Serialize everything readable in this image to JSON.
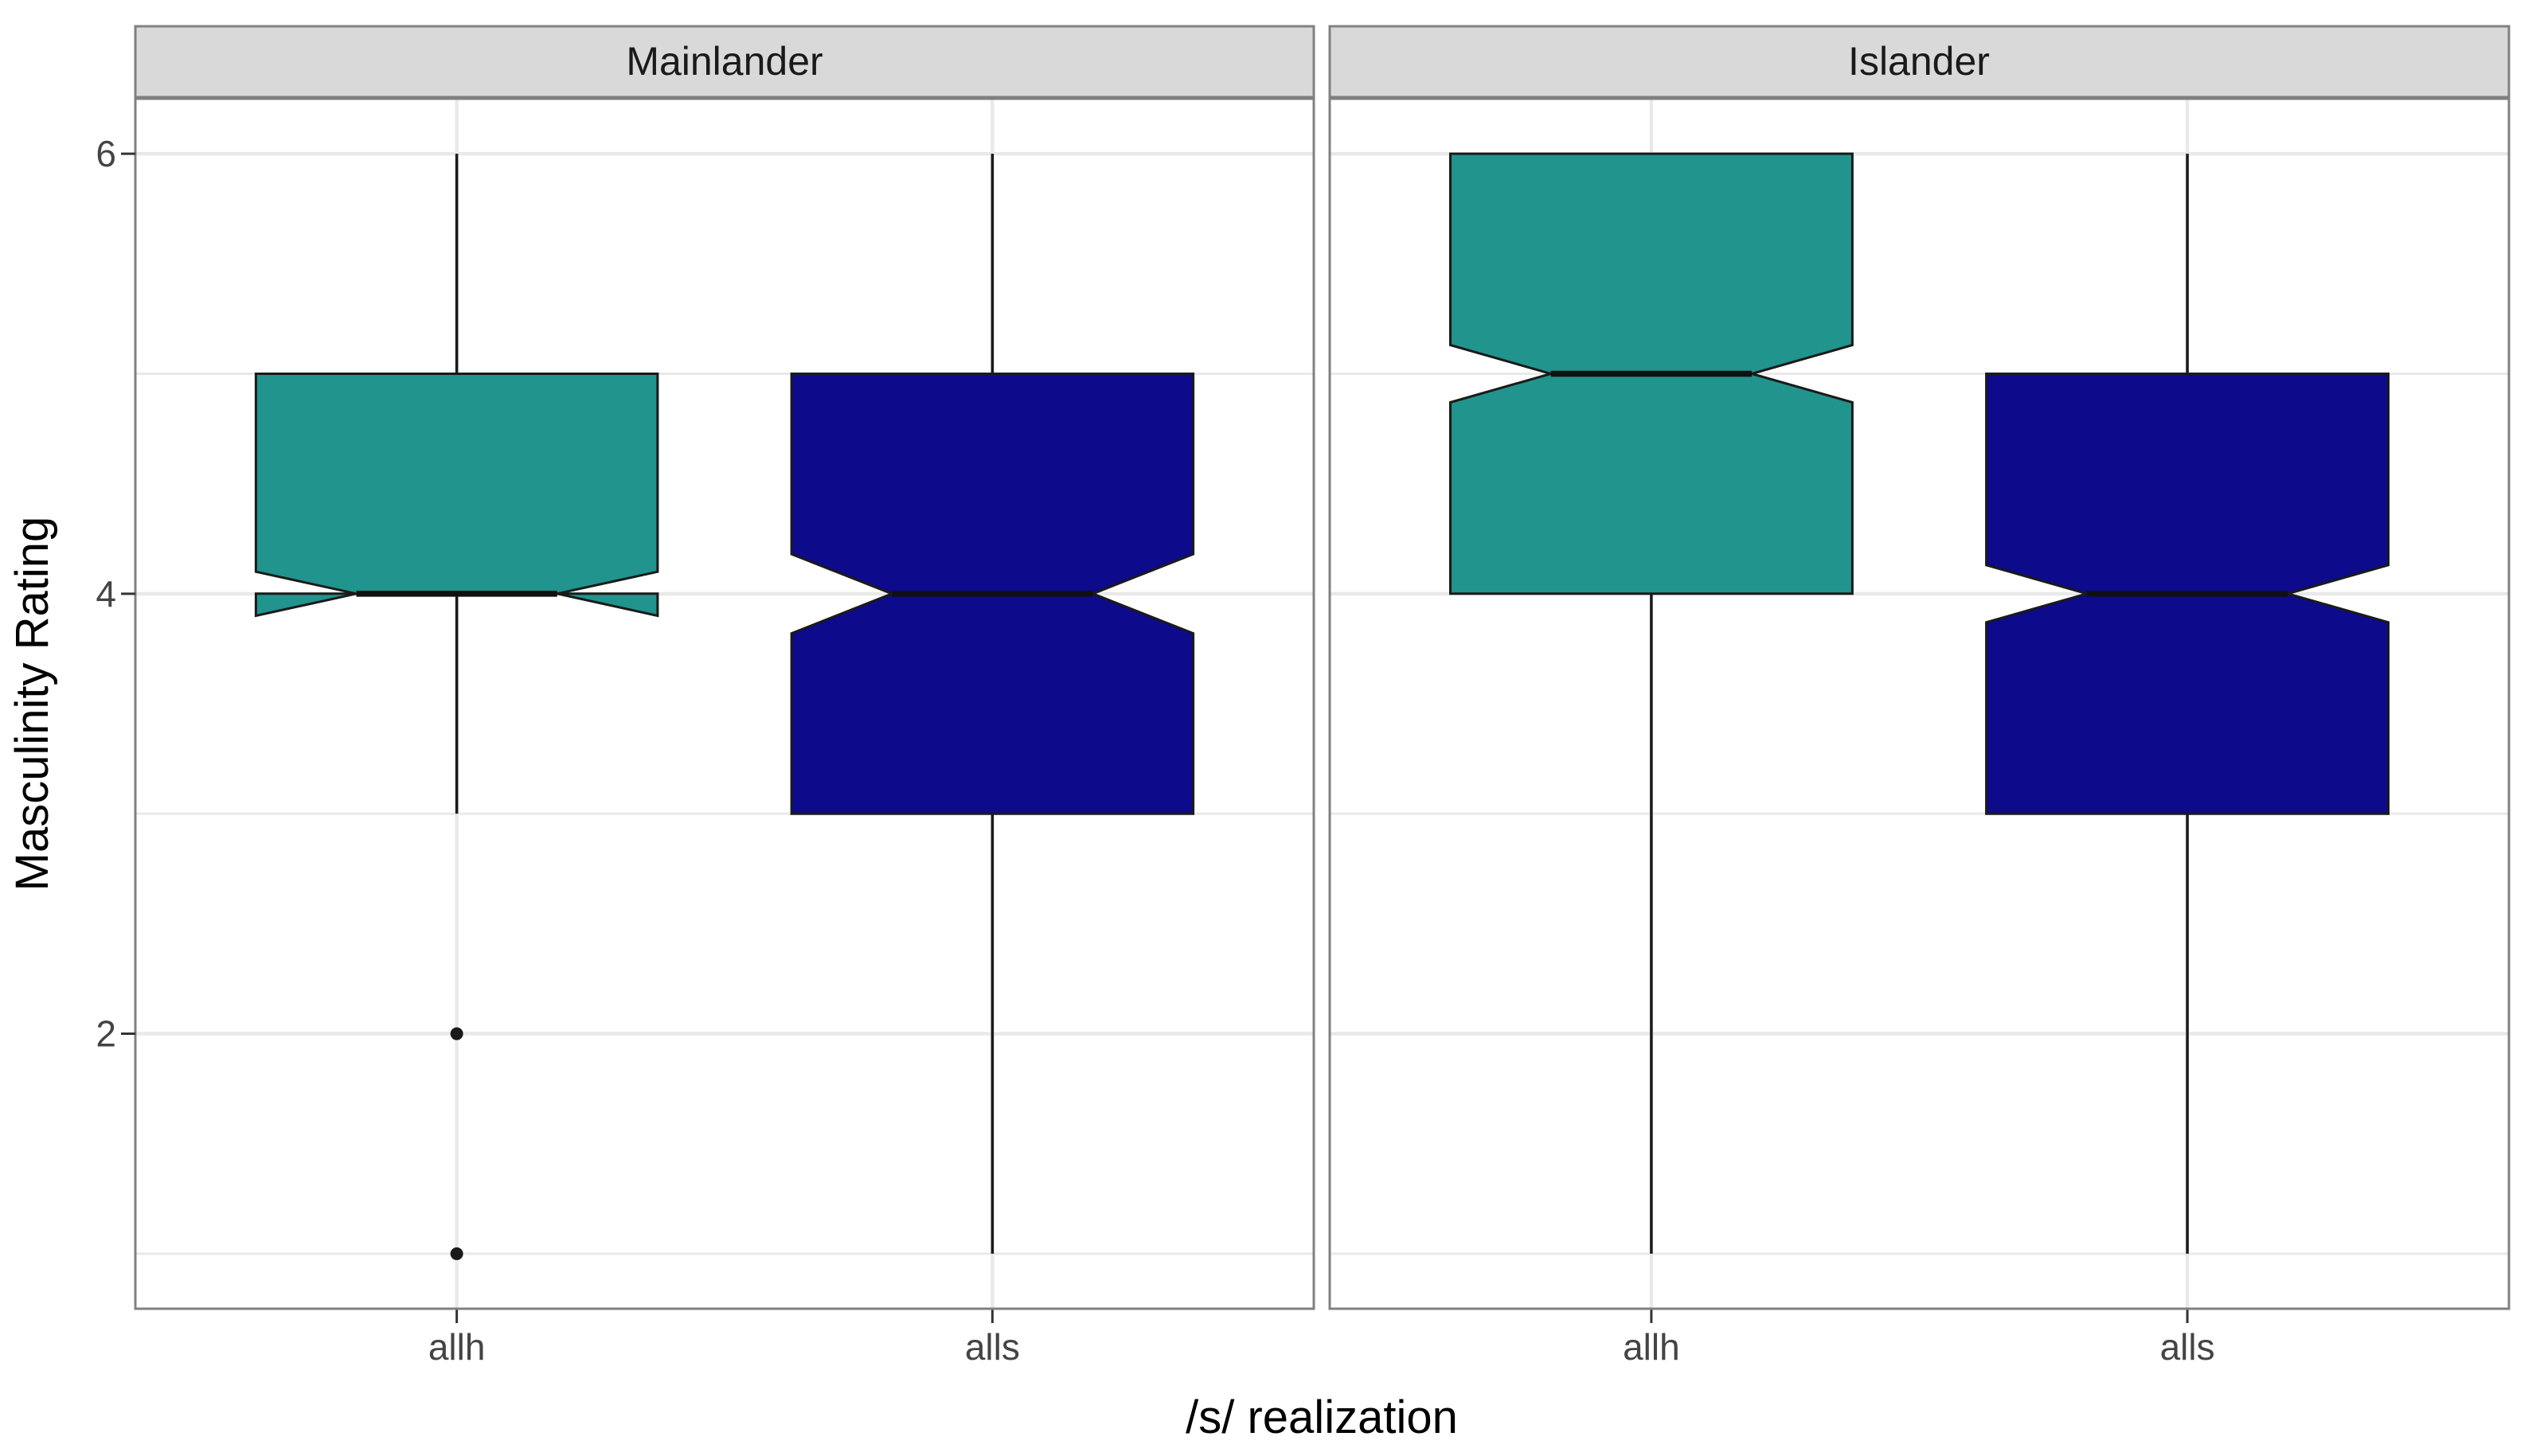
{
  "chart_data": {
    "type": "boxplot",
    "variant": "notched-faceted",
    "title": "",
    "xlabel": "/s/ realization",
    "ylabel": "Masculinity Rating",
    "x_categories": [
      "allh",
      "alls"
    ],
    "y_ticks": [
      6,
      4,
      2
    ],
    "y_tick_labels": [
      "6",
      "4",
      "2"
    ],
    "ylim": [
      0.75,
      6.25
    ],
    "y_gridlines_minor": [
      1,
      3,
      5
    ],
    "y_gridlines_major": [
      2,
      4,
      6
    ],
    "grid": true,
    "legend_position": "none",
    "box_width_fraction": 0.75,
    "notch_width_fraction": 0.5,
    "facets": [
      {
        "label": "Mainlander",
        "boxes": [
          {
            "category": "allh",
            "fill": "#20948D",
            "lower_whisker": 3,
            "q1": 4,
            "median": 4,
            "q3": 5,
            "upper_whisker": 6,
            "notch_lower": 3.9,
            "notch_upper": 4.1,
            "outliers": [
              2,
              1
            ]
          },
          {
            "category": "alls",
            "fill": "#0D0A8C",
            "lower_whisker": 1,
            "q1": 3,
            "median": 4,
            "q3": 5,
            "upper_whisker": 6,
            "notch_lower": 3.82,
            "notch_upper": 4.18,
            "outliers": []
          }
        ]
      },
      {
        "label": "Islander",
        "boxes": [
          {
            "category": "allh",
            "fill": "#20948D",
            "lower_whisker": 1,
            "q1": 4,
            "median": 5,
            "q3": 6,
            "upper_whisker": 6,
            "notch_lower": 4.87,
            "notch_upper": 5.13,
            "outliers": []
          },
          {
            "category": "alls",
            "fill": "#0D0A8C",
            "lower_whisker": 1,
            "q1": 3,
            "median": 4,
            "q3": 5,
            "upper_whisker": 6,
            "notch_lower": 3.87,
            "notch_upper": 4.13,
            "outliers": []
          }
        ]
      }
    ],
    "style": {
      "background": "#FFFFFF",
      "panel_fill": "#FFFFFF",
      "panel_border": "#808080",
      "strip_fill": "#D9D9D9",
      "strip_border": "#808080",
      "strip_text_color": "#1A1A1A",
      "grid_color": "#E9E9E9",
      "box_outline": "#1A1A1A",
      "median_color": "#101010",
      "whisker_color": "#1A1A1A",
      "outlier_color": "#1A1A1A",
      "tick_color": "#333333",
      "tick_label_color": "#444444",
      "axis_title_color": "#000000"
    }
  }
}
